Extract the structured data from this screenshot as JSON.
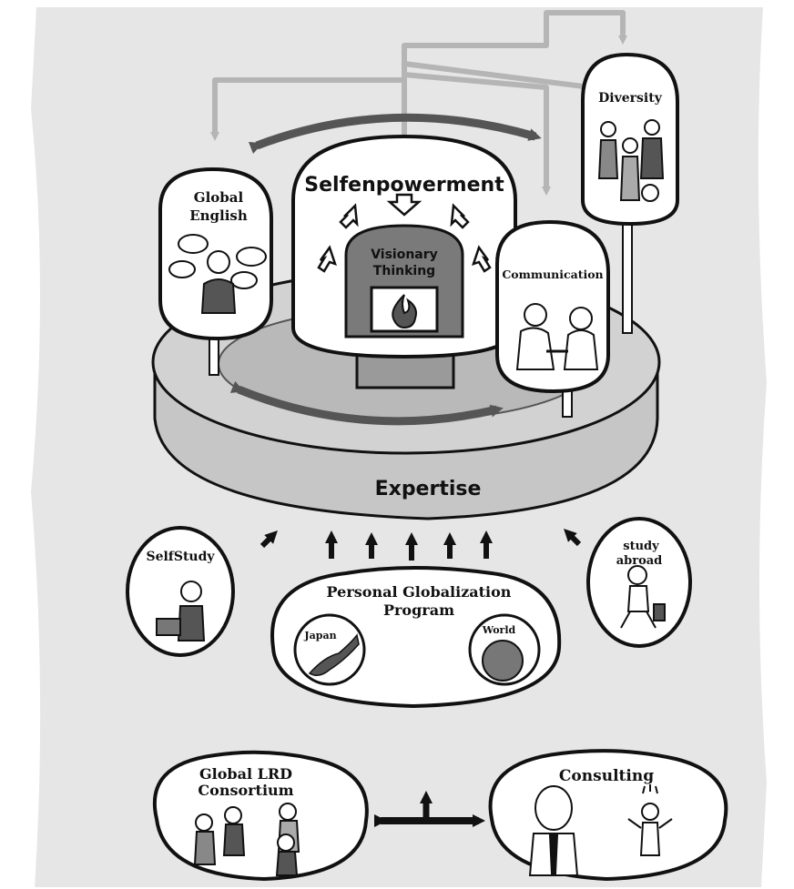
{
  "labels": {
    "diversity": "Diversity",
    "global_english_line1": "Global",
    "global_english_line2": "English",
    "self_empowerment": "Selfenpowerment",
    "visionary_line1": "Visionary",
    "visionary_line2": "Thinking",
    "communication": "Communication",
    "expertise": "Expertise",
    "self_study": "SelfStudy",
    "study_abroad_line1": "study",
    "study_abroad_line2": "abroad",
    "pgp_line1": "Personal Globalization",
    "pgp_line2": "Program",
    "japan": "Japan",
    "world": "World",
    "lrd_line1": "Global LRD",
    "lrd_line2": "Consortium",
    "consulting": "Consulting"
  },
  "colors": {
    "background_outer": "#ffffff",
    "background_panel": "#e6e6e6",
    "ink": "#111111",
    "platform_top": "#d2d2d2",
    "platform_inner": "#b9b9b9",
    "platform_rim": "#c6c6c6",
    "arrow_dark": "#555555",
    "arrow_light": "#b5b5b5",
    "fire_panel": "#7a7a7a"
  }
}
